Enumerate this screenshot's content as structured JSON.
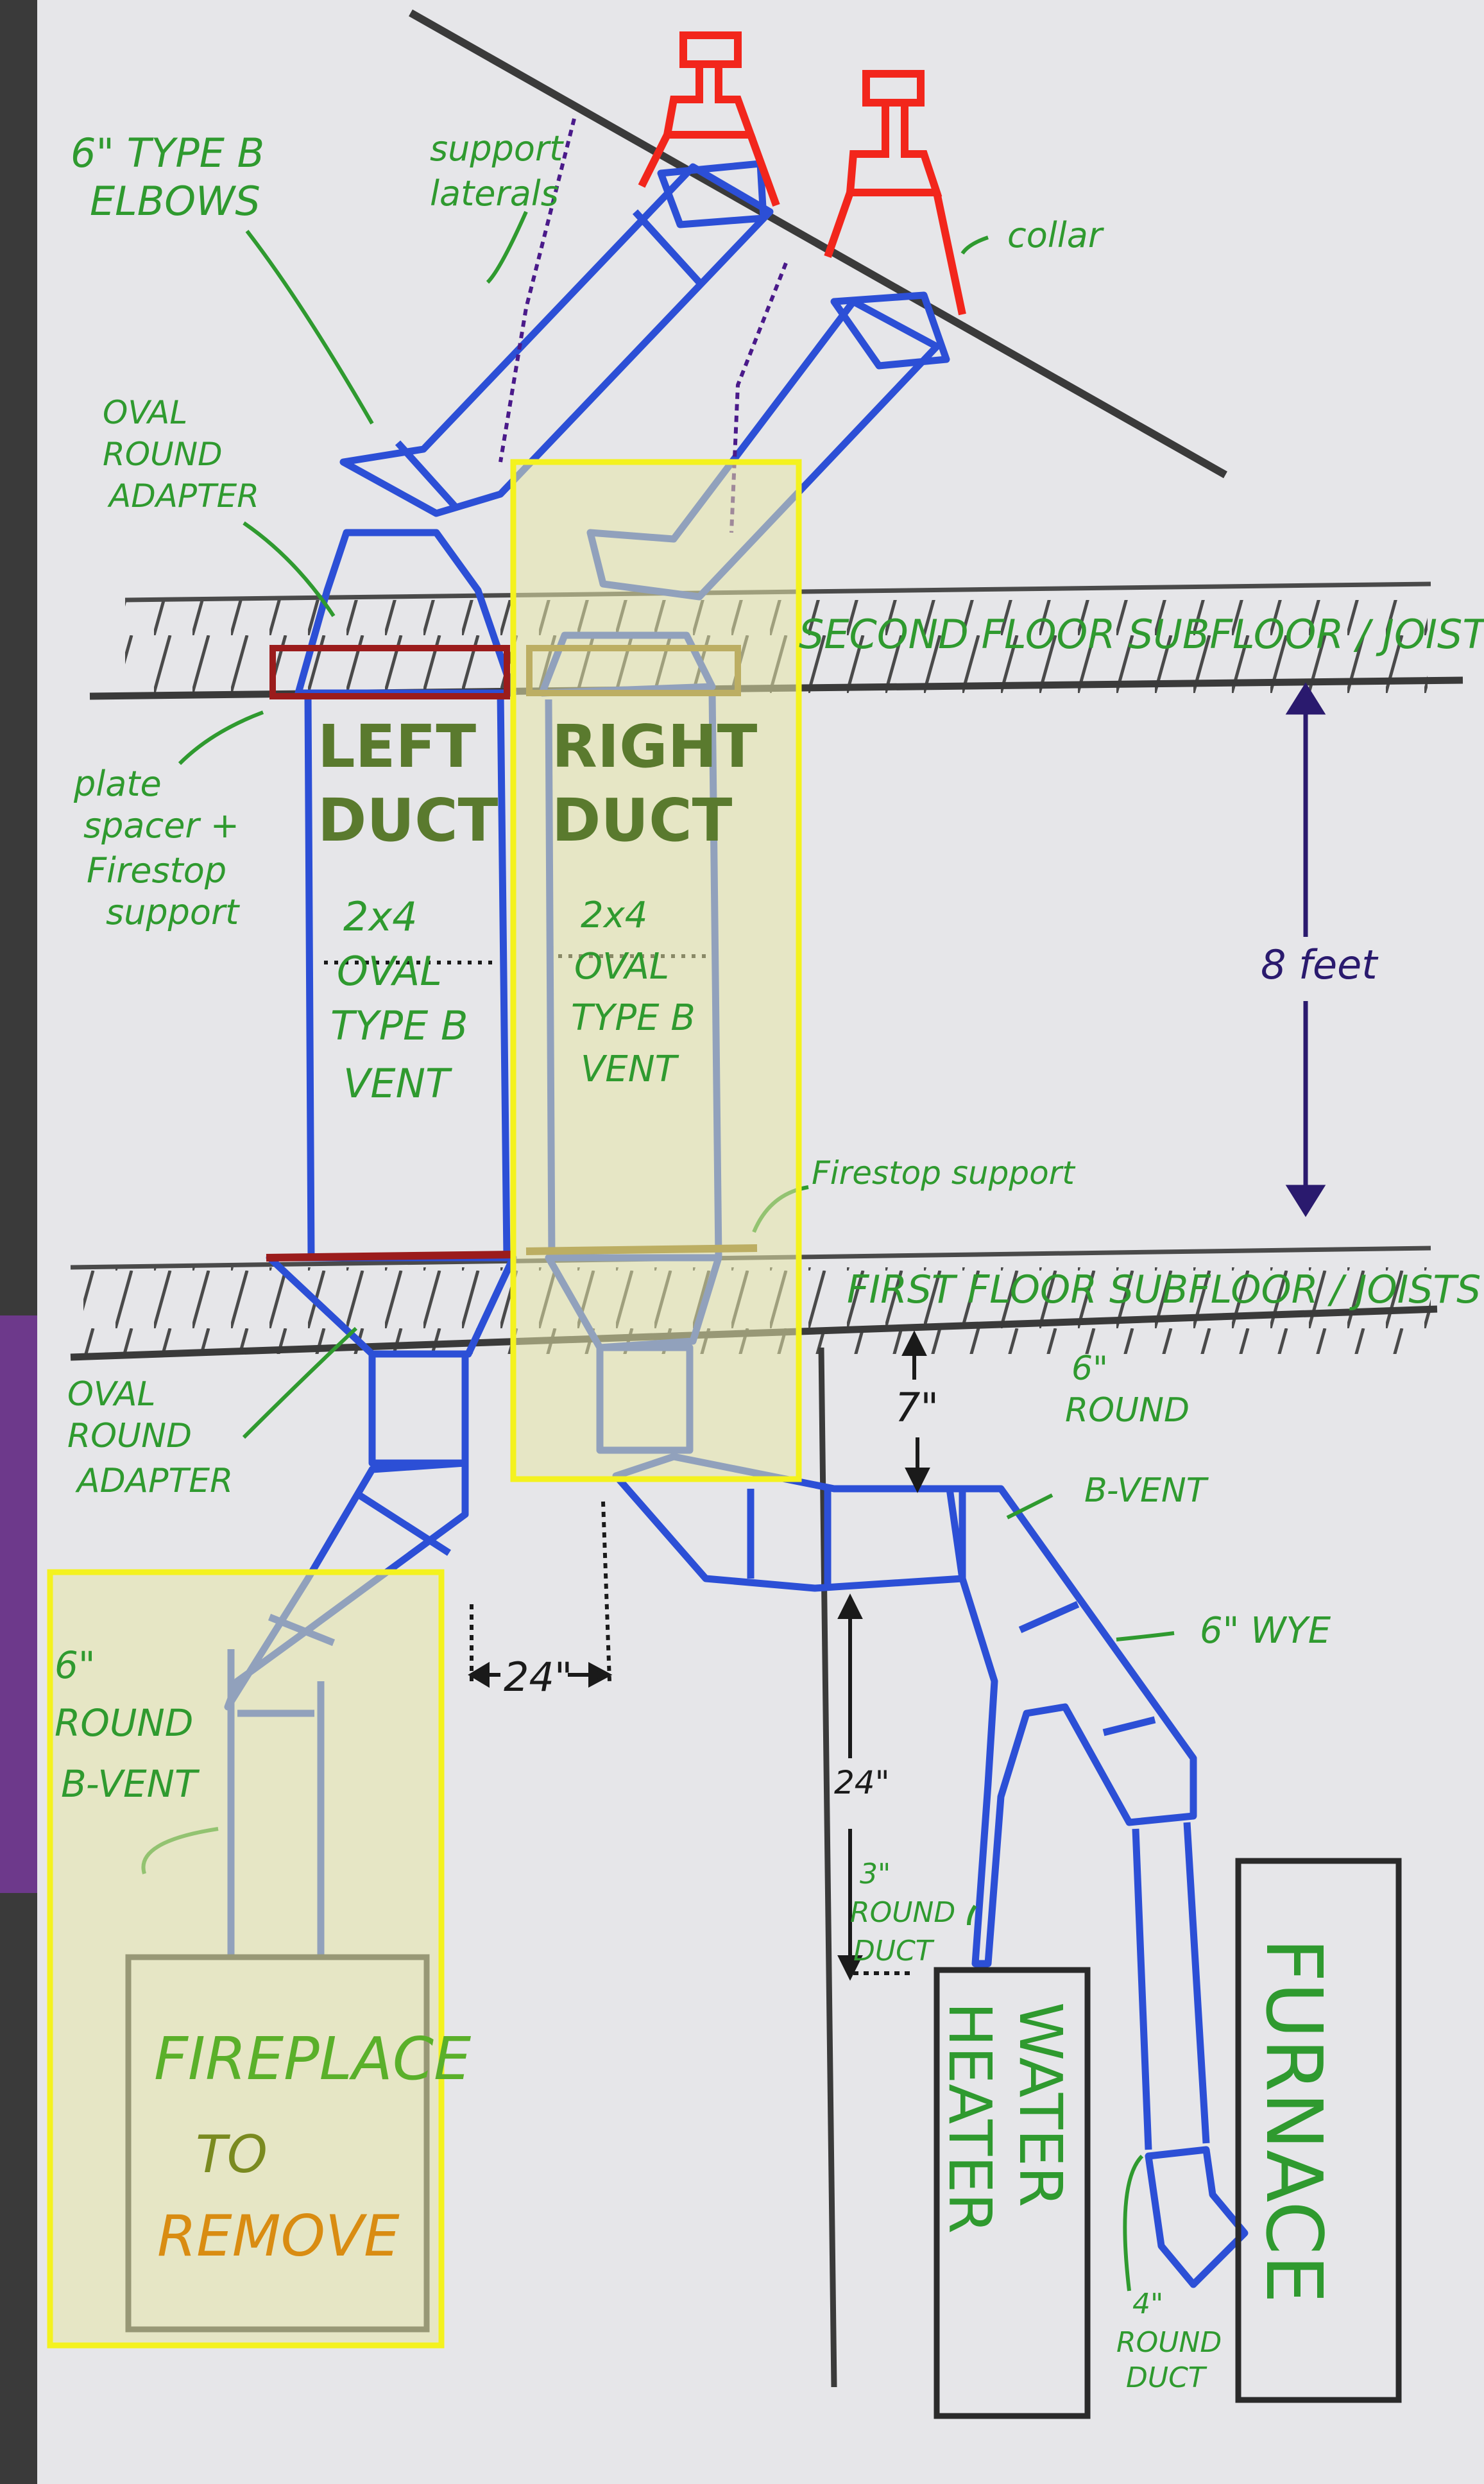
{
  "colors": {
    "paper": "#e6e6e9",
    "duct_blue": "#2c4fd6",
    "label_green": "#2f9a2f",
    "cap_red": "#f2261c",
    "plate_darkred": "#9b1c1c",
    "highlight_fill": "#e6e6a8",
    "highlight_border": "#f4f21e",
    "dim_purple": "#2a1a6e",
    "floor_gray": "#4a4a4a",
    "remove_orange": "#d98c12"
  },
  "labels": {
    "elbows": "6\" TYPE B\nELBOWS",
    "support_laterals": "support\nlaterals",
    "collar": "collar",
    "oval_round_adapter_top": "OVAL\nROUND\nADAPTER",
    "plate_spacer": "plate\nspacer +\nFirestop\nsupport",
    "second_floor": "SECOND FLOOR SUBFLOOR / JOISTS",
    "first_floor": "FIRST FLOOR SUBFLOOR / JOISTS",
    "left_duct": "LEFT\nDUCT",
    "right_duct": "RIGHT\nDUCT",
    "oval_vent_left": "2x4\nOVAL\nTYPE B\nVENT",
    "oval_vent_right": "2x4\nOVAL\nTYPE B\nVENT",
    "eight_feet": "8 feet",
    "firestop_support": "Firestop support",
    "oval_round_adapter_bottom": "OVAL\nROUND\nADAPTER",
    "seven_in": "7\"",
    "six_round_bvent_right": "6\"\nROUND\nB-VENT",
    "six_wye": "6\" WYE",
    "twenty_four_horiz": "24\"",
    "twenty_four_vert": "24\"",
    "six_round_bvent_left": "6\"\nROUND\nB-VENT",
    "three_round_duct": "3\"\nROUND\nDUCT",
    "water_heater": "WATER\nHEATER",
    "furnace": "FURNACE",
    "four_round_duct": "4\"\nROUND\nDUCT",
    "fireplace": "FIREPLACE",
    "to": "TO",
    "remove": "REMOVE"
  }
}
